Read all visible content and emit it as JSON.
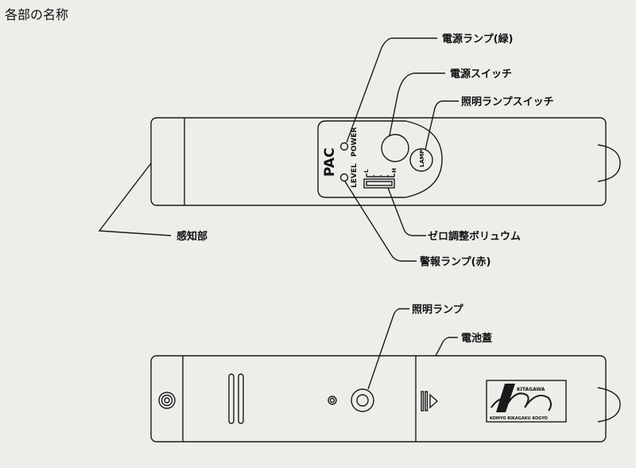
{
  "title": "各部の名称",
  "top_view": {
    "labels": {
      "power_lamp": "電源ランプ(緑)",
      "power_switch": "電源スイッチ",
      "lamp_switch": "照明ランプスイッチ",
      "sensor": "感知部",
      "zero_adjust": "ゼロ調整ボリュウム",
      "alarm_lamp": "警報ランプ(赤)"
    },
    "panel": {
      "brand": "PAC",
      "power": "POWER",
      "level": "LEVEL",
      "lamp": "LAMP",
      "low": "L",
      "high": "H"
    }
  },
  "bottom_view": {
    "labels": {
      "lamp": "照明ランプ",
      "battery_cover": "電池蓋"
    },
    "logo": {
      "brand": "KITAGAWA",
      "company": "KOMYO RIKAGAKU KOGYO"
    }
  }
}
